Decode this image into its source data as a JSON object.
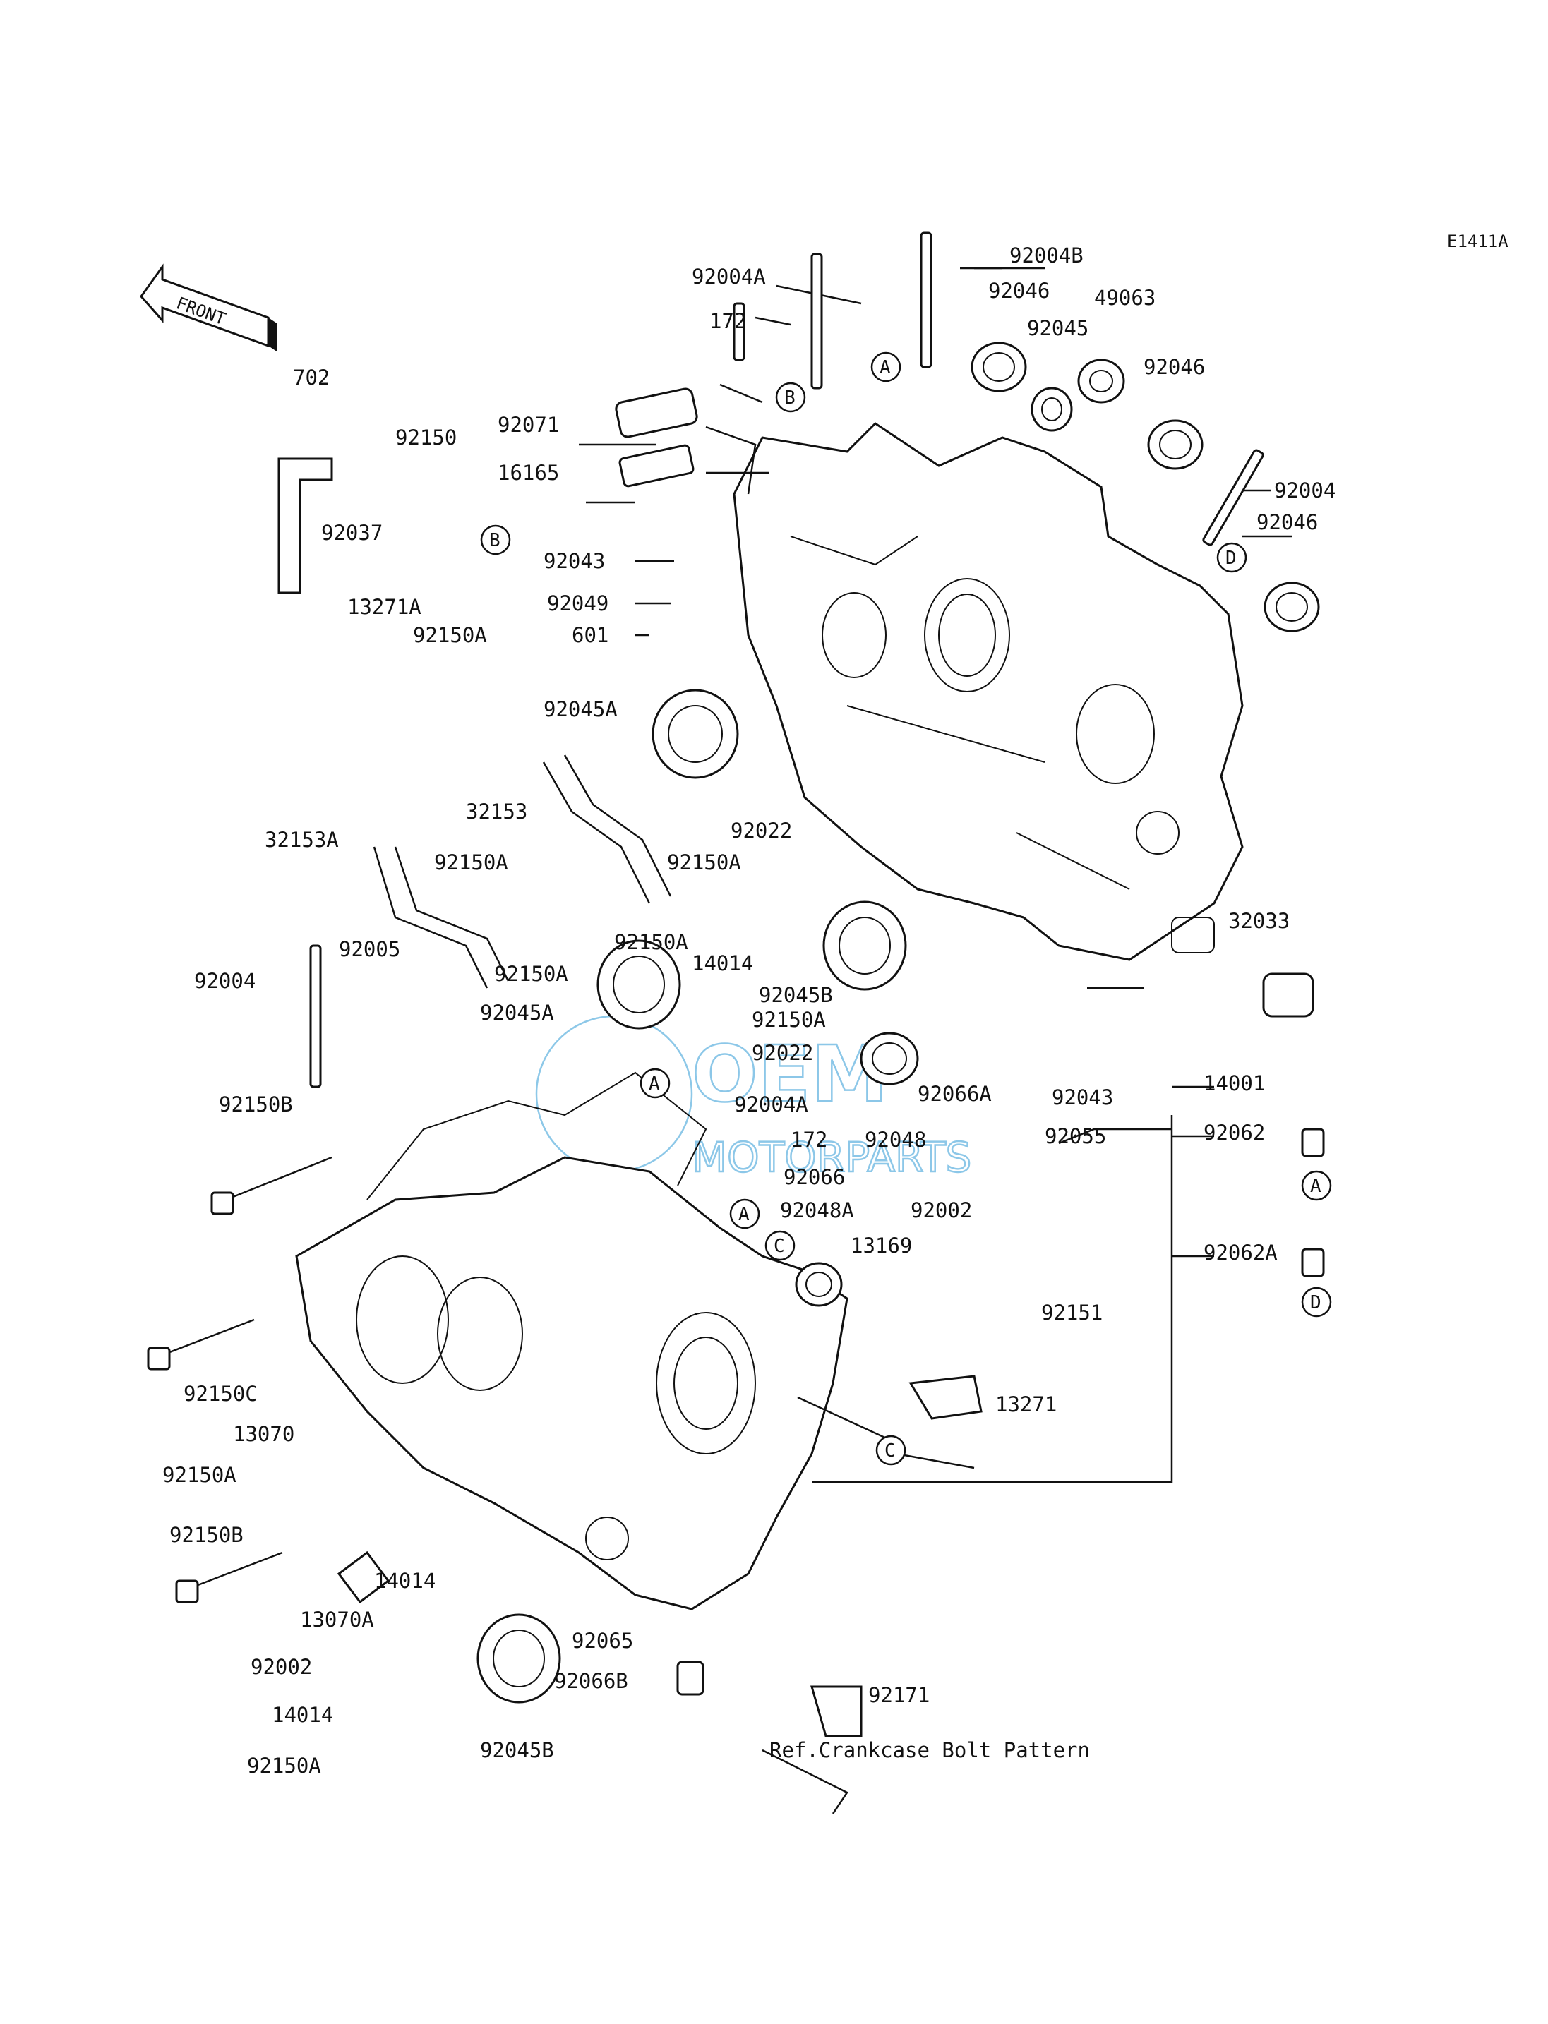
{
  "diagram_code": "E1411A",
  "direction_label": "FRONT",
  "watermark": {
    "brand": "OEM",
    "sub": "MOTORPARTS"
  },
  "parts": {
    "p92004B": "92004B",
    "p92004A_top": "92004A",
    "p172_top": "172",
    "p92046_top": "92046",
    "p49063": "49063",
    "p92045": "92045",
    "p92046_right": "92046",
    "p702": "702",
    "p92150": "92150",
    "p92071": "92071",
    "p16165": "16165",
    "p92037": "92037",
    "p92004_right": "92004",
    "p92046_mid": "92046",
    "p92043_top": "92043",
    "p92049": "92049",
    "p601": "601",
    "p13271A": "13271A",
    "p92150A_1": "92150A",
    "p92045A_1": "92045A",
    "p32153": "32153",
    "p92022_1": "92022",
    "p32153A": "32153A",
    "p92150A_2": "92150A",
    "p92150A_3": "92150A",
    "p92150A_4": "92150A",
    "p14014_1": "14014",
    "p92045B_1": "92045B",
    "p92150A_5": "92150A",
    "p32033": "32033",
    "p92004_left": "92004",
    "p92005": "92005",
    "p92045A_2": "92045A",
    "p92150A_6": "92150A",
    "p92022_2": "92022",
    "p92004A_mid": "92004A",
    "p92048": "92048",
    "p92066A": "92066A",
    "p92043_right": "92043",
    "p14001": "14001",
    "p92150B_1": "92150B",
    "p172_mid": "172",
    "p92055": "92055",
    "p92062": "92062",
    "p92066": "92066",
    "p92048A": "92048A",
    "p92002_1": "92002",
    "p92062A": "92062A",
    "p13169": "13169",
    "p92151": "92151",
    "p92150C": "92150C",
    "p13070": "13070",
    "p13271": "13271",
    "p92150A_7": "92150A",
    "p92150B_2": "92150B",
    "p14014_2": "14014",
    "p13070A": "13070A",
    "p92002_2": "92002",
    "p92065": "92065",
    "p92066B": "92066B",
    "p92171": "92171",
    "p14014_3": "14014",
    "p92045B_2": "92045B",
    "p92150A_8": "92150A"
  },
  "reference_note": "Ref.Crankcase Bolt Pattern",
  "callouts": {
    "A": "A",
    "B": "B",
    "C": "C",
    "D": "D"
  }
}
